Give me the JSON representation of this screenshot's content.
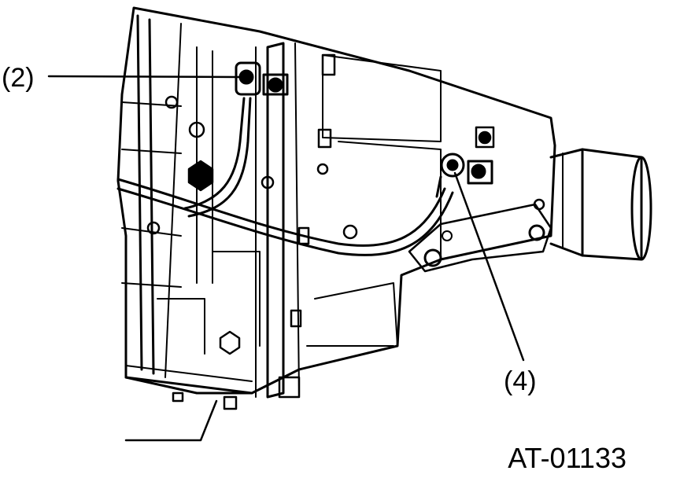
{
  "figure": {
    "code": "AT-01133",
    "callouts": [
      {
        "id": "2",
        "label": "(2)"
      },
      {
        "id": "4",
        "label": "(4)"
      }
    ]
  }
}
